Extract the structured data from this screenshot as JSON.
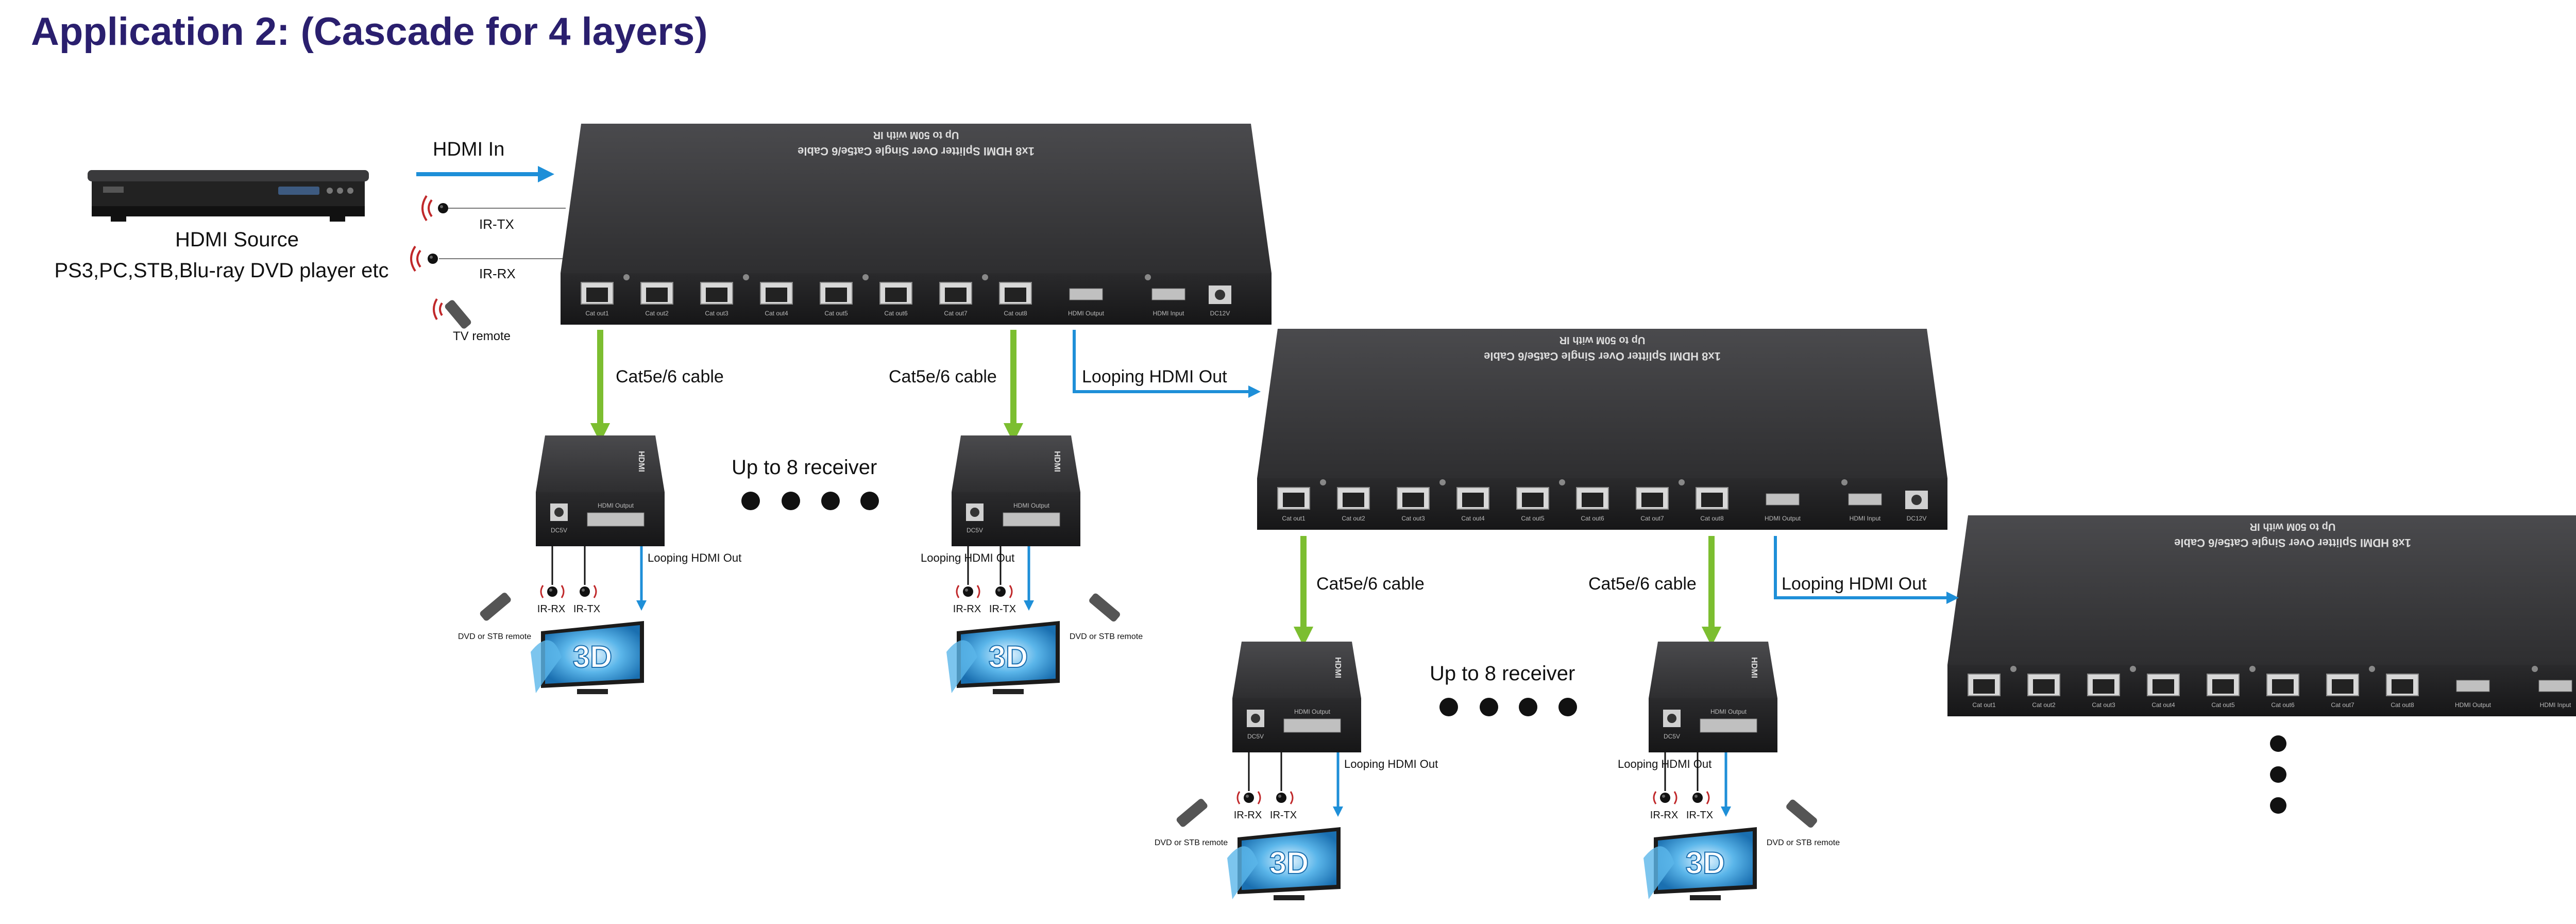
{
  "title": "Application 2: (Cascade for 4 layers)",
  "source": {
    "name": "HDMI Source",
    "devices": "PS3,PC,STB,Blu-ray DVD player etc",
    "hdmi_in": "HDMI  In",
    "ir_tx": "IR-TX",
    "ir_rx": "IR-RX",
    "tv_remote": "TV remote"
  },
  "splitter": {
    "top_label_1": "1x8 HDMI Splitter Over Single Cat5e/6 Cable",
    "top_label_2": "Up to 50M with IR",
    "ports": [
      "Cat out1",
      "Cat out2",
      "Cat out3",
      "Cat out4",
      "Cat out5",
      "Cat out6",
      "Cat out7",
      "Cat out8"
    ],
    "hdmi_output": "HDMI Output",
    "hdmi_input": "HDMI Input",
    "dc": "DC12V"
  },
  "links": {
    "cable": "Cat5e/6 cable",
    "looping_out": "Looping HDMI Out",
    "up_to_8": "Up to 8 receiver"
  },
  "receiver": {
    "hdmi_output": "HDMI Output",
    "dc": "DC5V",
    "hdmi_badge": "HDMI",
    "looping_out": "Looping HDMI Out",
    "ir_rx": "IR-RX",
    "ir_tx": "IR-TX",
    "remote": "DVD or STB remote",
    "tv_badge": "3D"
  },
  "colors": {
    "title": "#2a1f6e",
    "hdmi_arrow": "#1e8fd8",
    "cat_arrow": "#7cbe30",
    "device": "#2b2b2d",
    "device_top": "#3a3a3c",
    "ir_red": "#c0282a",
    "tv_water": "#2f8fd0"
  }
}
